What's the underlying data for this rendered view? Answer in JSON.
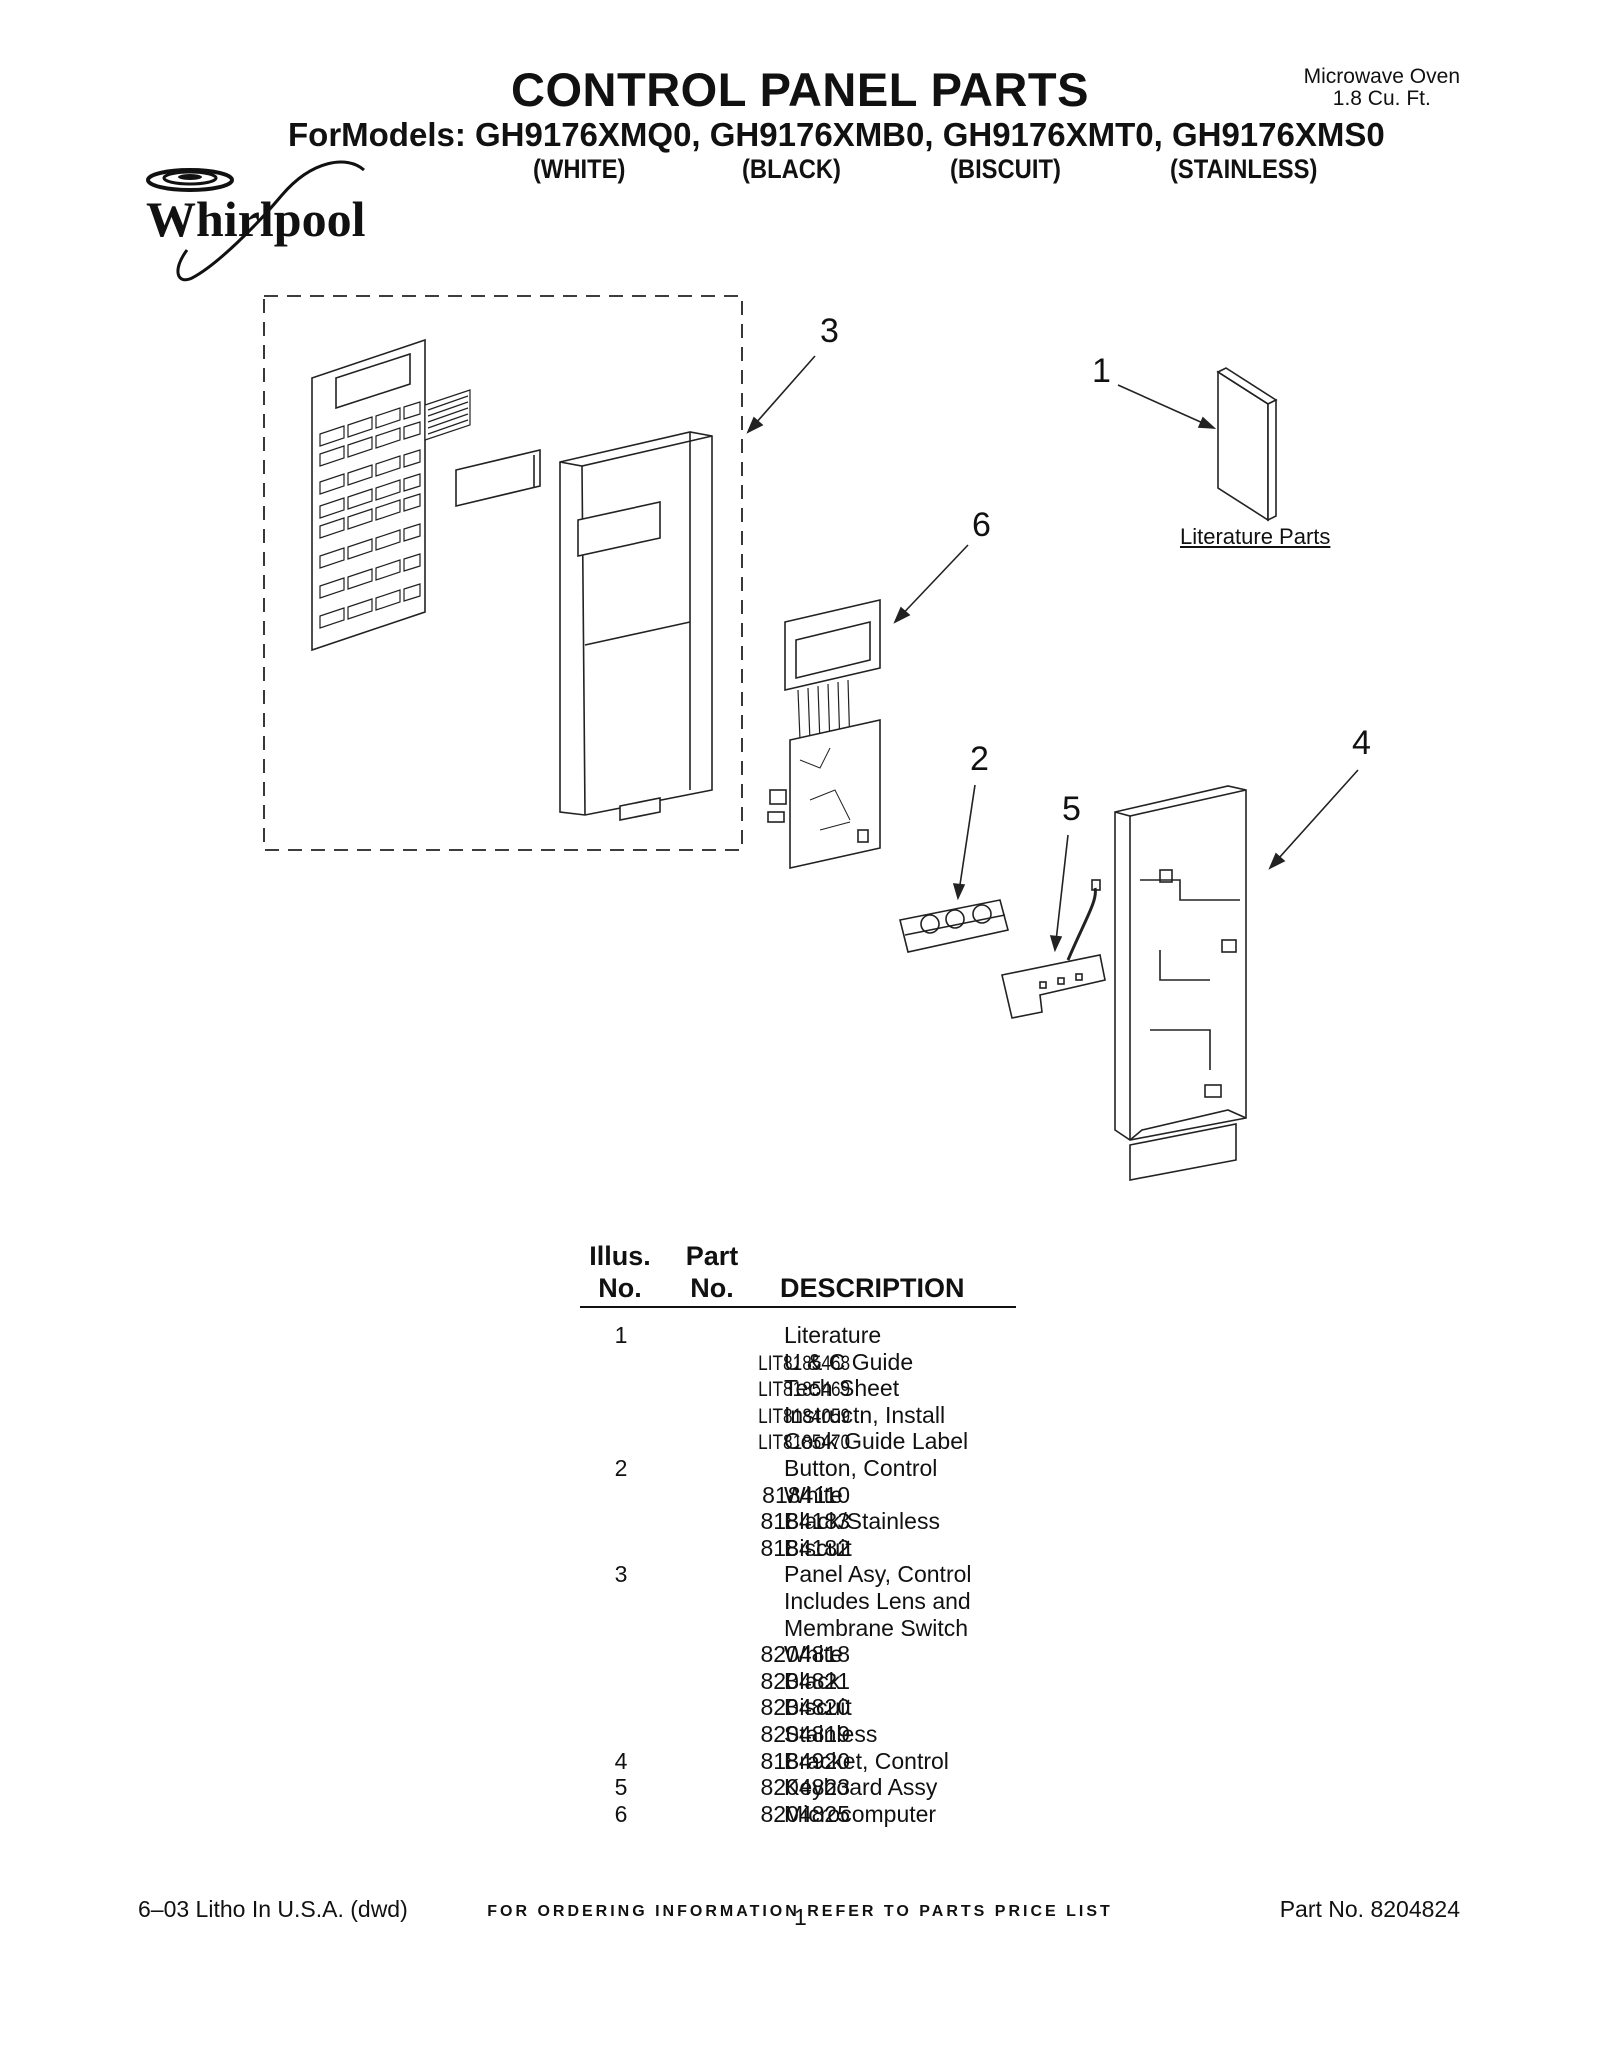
{
  "header": {
    "title": "CONTROL PANEL PARTS",
    "product_line1": "Microwave Oven",
    "product_line2": "1.8 Cu. Ft.",
    "models": "ForModels: GH9176XMQ0, GH9176XMB0, GH9176XMT0, GH9176XMS0",
    "colors": [
      "(WHITE)",
      "(BLACK)",
      "(BISCUIT)",
      "(STAINLESS)"
    ],
    "brand": "Whirlpool"
  },
  "diagram": {
    "callouts": [
      "1",
      "2",
      "3",
      "4",
      "5",
      "6"
    ],
    "literature_label": "Literature Parts"
  },
  "parts_table": {
    "headers": {
      "illus_1": "Illus.",
      "illus_2": "No.",
      "part_1": "Part",
      "part_2": "No.",
      "description": "DESCRIPTION"
    },
    "rows": [
      {
        "illus": "1",
        "part": "",
        "description": "Literature"
      },
      {
        "illus": "",
        "part": "LIT8185468",
        "description": "U & C Guide"
      },
      {
        "illus": "",
        "part": "LIT8185469",
        "description": "Tech Sheet"
      },
      {
        "illus": "",
        "part": "LIT8184059",
        "description": "Instructn, Install"
      },
      {
        "illus": "",
        "part": "LIT8185470",
        "description": "Cook Guide Label"
      },
      {
        "illus": "2",
        "part": "",
        "description": "Button, Control"
      },
      {
        "illus": "",
        "part": "8184110",
        "description": "White"
      },
      {
        "illus": "",
        "part": "8184183",
        "description": "Black/Stainless"
      },
      {
        "illus": "",
        "part": "8184182",
        "description": "Biscuit"
      },
      {
        "illus": "3",
        "part": "",
        "description": "Panel Asy, Control"
      },
      {
        "illus": "",
        "part": "",
        "description": "Includes Lens and"
      },
      {
        "illus": "",
        "part": "",
        "description": "Membrane Switch"
      },
      {
        "illus": "",
        "part": "8204818",
        "description": "White"
      },
      {
        "illus": "",
        "part": "8204821",
        "description": "Black"
      },
      {
        "illus": "",
        "part": "8204820",
        "description": "Biscuit"
      },
      {
        "illus": "",
        "part": "8204819",
        "description": "Stainless"
      },
      {
        "illus": "4",
        "part": "8184920",
        "description": "Bracket, Control"
      },
      {
        "illus": "5",
        "part": "8204823",
        "description": "Keyboard Assy"
      },
      {
        "illus": "6",
        "part": "8204825",
        "description": "Microcomputer"
      }
    ]
  },
  "footer": {
    "ordering": "FOR ORDERING INFORMATION REFER TO PARTS PRICE LIST",
    "litho": "6–03 Litho In U.S.A. (dwd)",
    "page": "1",
    "part_no": "Part No. 8204824"
  }
}
